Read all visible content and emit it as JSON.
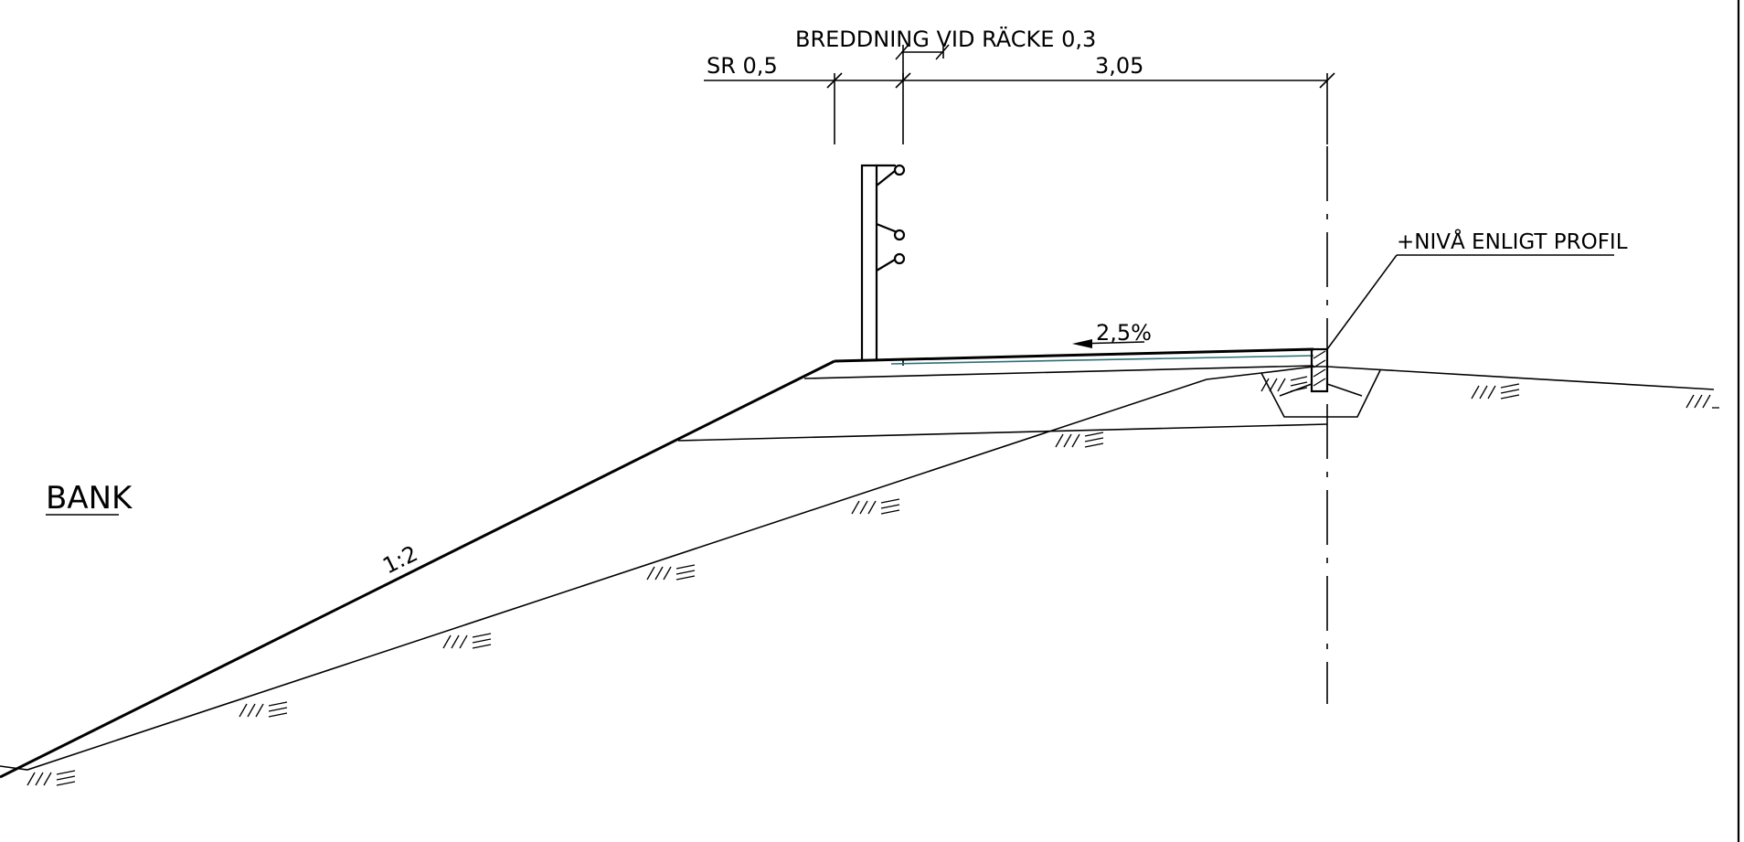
{
  "labels": {
    "breddning": "BREDDNING VID RÄCKE 0,3",
    "sr": "SR 0,5",
    "width": "3,05",
    "level": "+NIVÅ ENLIGT PROFIL",
    "slope_pct": "2,5%",
    "bank": "BANK",
    "slope_ratio": "1:2"
  }
}
